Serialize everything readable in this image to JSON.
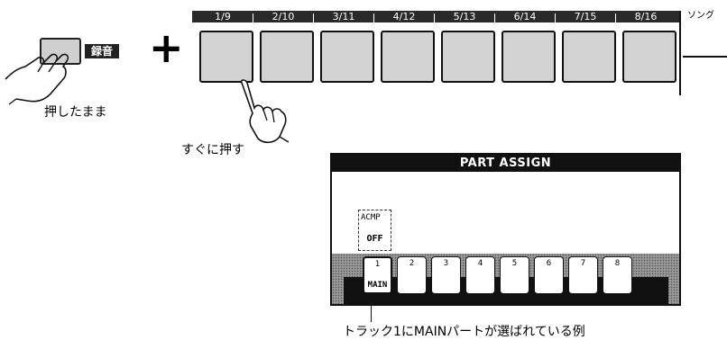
{
  "record_button": {
    "label": "録音"
  },
  "plus": "+",
  "pad_strip": {
    "labels": [
      "1/9",
      "2/10",
      "3/11",
      "4/12",
      "5/13",
      "6/14",
      "7/15",
      "8/16"
    ],
    "song_label": "ソング"
  },
  "captions": {
    "hold": "押したまま",
    "press": "すぐに押す",
    "bottom": "トラック1にMAINパートが選ばれている例"
  },
  "lcd": {
    "title": "PART ASSIGN",
    "acmp": {
      "label": "ACMP",
      "value": "OFF"
    },
    "tracks": [
      {
        "number": "1",
        "part": "MAIN"
      },
      {
        "number": "2",
        "part": ""
      },
      {
        "number": "3",
        "part": ""
      },
      {
        "number": "4",
        "part": ""
      },
      {
        "number": "5",
        "part": ""
      },
      {
        "number": "6",
        "part": ""
      },
      {
        "number": "7",
        "part": ""
      },
      {
        "number": "8",
        "part": ""
      }
    ],
    "selected_track_index": 0
  }
}
